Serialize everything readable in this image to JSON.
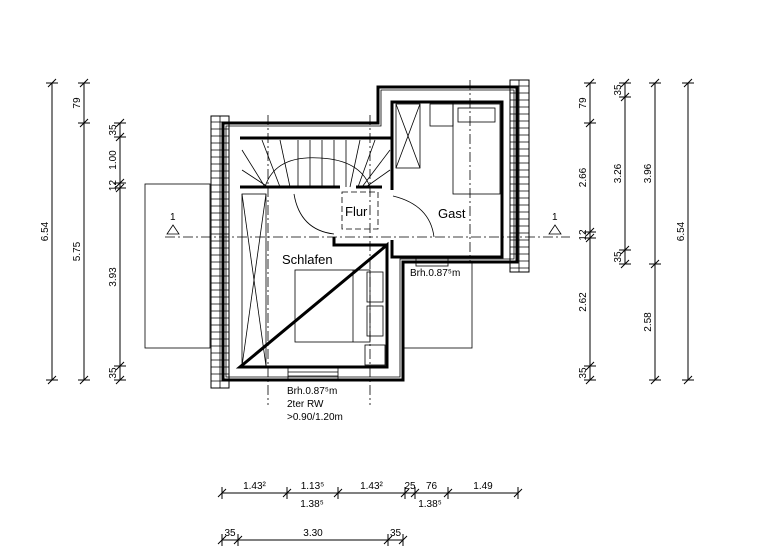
{
  "rooms": {
    "flur": "Flur",
    "gast": "Gast",
    "schlafen": "Schlafen"
  },
  "section_marker": "1",
  "window_notes": {
    "gast": "Brh.0.87⁵m",
    "schlafen_line1": "Brh.0.87⁵m",
    "schlafen_line2": "2ter RW",
    "schlafen_line3": ">0.90/1.20m"
  },
  "dimensions": {
    "left": {
      "outer_total": "6.54",
      "col2": [
        "79",
        "5.75"
      ],
      "col3": [
        "35",
        "1.00",
        "12",
        "3.93",
        "35"
      ]
    },
    "right": {
      "col1": [
        "79",
        "2.66",
        "12",
        "2.62",
        "35"
      ],
      "col2": [
        "35",
        "3.26",
        "35"
      ],
      "col3": [
        "3.96",
        "2.58"
      ],
      "outer_total": "6.54"
    },
    "bottom": {
      "row1_top": [
        "1.43²",
        "1.13⁵",
        "1.43²",
        "25",
        "76",
        "1.49"
      ],
      "row1_bottom": [
        "1.38⁵",
        "1.38⁵"
      ],
      "row2": [
        "35",
        "3.30",
        "35"
      ]
    }
  }
}
